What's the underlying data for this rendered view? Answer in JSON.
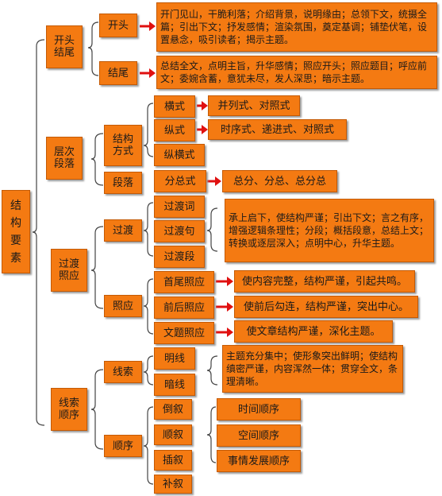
{
  "colors": {
    "box_fill": "#f47a12",
    "box_border": "#c45a05",
    "arrow": "#e01010",
    "bracket": "#444444"
  },
  "root": "结\n构\n要\n素",
  "sections": [
    {
      "label": "开头\n结尾",
      "children": [
        {
          "label": "开头",
          "detail": "开门见山，干脆利落；介绍背景，说明缘由；总领下文，统摄全篇；引出下文；抒发感情；渲染氛围，奠定基调；铺垫伏笔，设置悬念，吸引读者；揭示主题。"
        },
        {
          "label": "结尾",
          "detail": "总结全文，点明主旨，升华感情；照应开头；照应题目；呼应前文；委婉含蓄，意犹未尽，发人深思；暗示主题。"
        }
      ]
    },
    {
      "label": "层次\n段落",
      "children": [
        {
          "label": "结构\n方式",
          "items": [
            {
              "label": "横式",
              "detail": "并列式、对照式"
            },
            {
              "label": "纵式",
              "detail": "时序式、递进式、对照式"
            },
            {
              "label": "纵横式"
            }
          ]
        },
        {
          "label": "段落",
          "items": [
            {
              "label": "分总式",
              "detail": "总分、分总、总分总"
            }
          ]
        }
      ]
    },
    {
      "label": "过渡\n照应",
      "children": [
        {
          "label": "过渡",
          "items": [
            "过渡词",
            "过渡句",
            "过渡段"
          ],
          "detail": "承上启下，使结构严谨；引出下文；言之有序，增强逻辑条理性；分段；概括段意，总结上文；转换或逐层深入；点明中心，升华主题。"
        },
        {
          "label": "照应",
          "items": [
            {
              "label": "首尾照应",
              "detail": "使内容完整，结构严谨，引起共鸣。"
            },
            {
              "label": "前后照应",
              "detail": "使前后勾连，结构严谨，突出中心。"
            },
            {
              "label": "文题照应",
              "detail": "使文章结构严谨，深化主题。"
            }
          ]
        }
      ]
    },
    {
      "label": "线索\n顺序",
      "children": [
        {
          "label": "线索",
          "items": [
            "明线",
            "暗线"
          ],
          "detail": "主题充分集中；使形象突出鲜明；使结构缜密严谨，内容浑然一体；贯穿全文，条理清晰。"
        },
        {
          "label": "顺序",
          "items": [
            "倒叙",
            "顺叙",
            "插叙",
            "补叙"
          ],
          "details": [
            "时间顺序",
            "空间顺序",
            "事情发展顺序"
          ]
        }
      ]
    }
  ]
}
